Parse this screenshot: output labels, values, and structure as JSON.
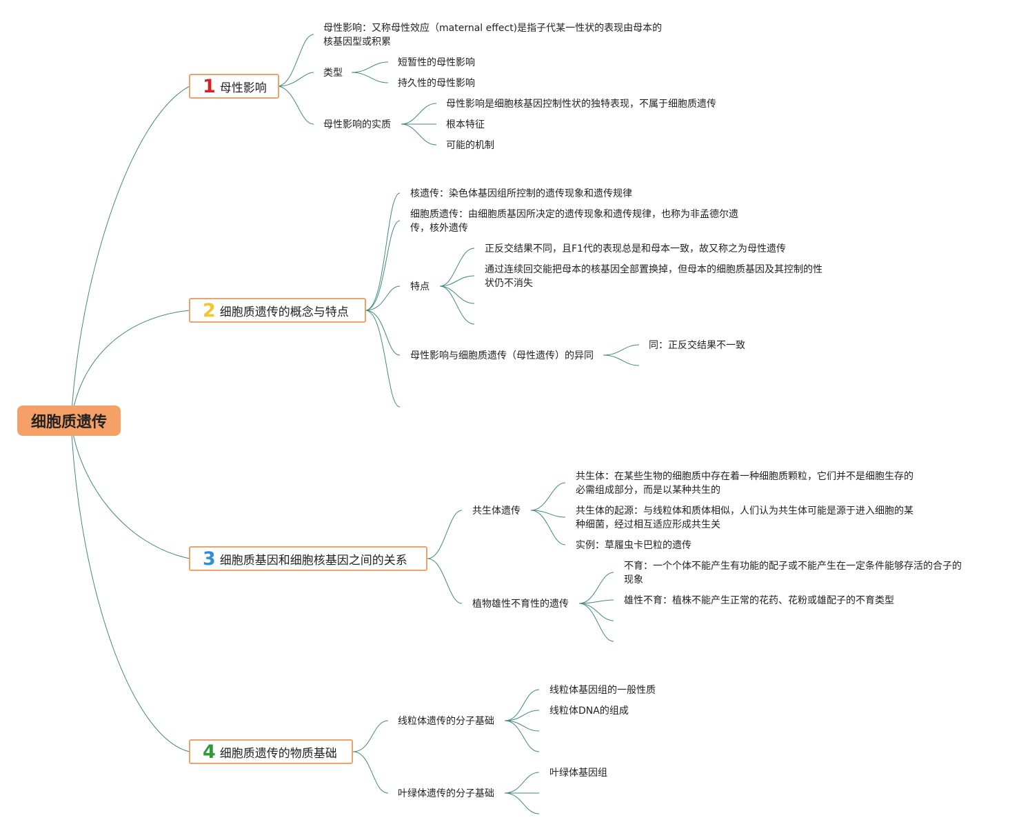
{
  "root": {
    "label": "细胞质遗传"
  },
  "colors": {
    "root_fill": "#f4a066",
    "branch_border": "#f0a06a",
    "connector": "#3e8a78",
    "num1": "#d8202a",
    "num2": "#f2c531",
    "num3": "#2f8fd8",
    "num4": "#2e9a3a"
  },
  "branch1": {
    "num": "1",
    "label": "母性影响",
    "definition": "母性影响：又称母性效应（maternal effect)是指子代某一性状的表现由母本的核基因型或积累",
    "types": {
      "label": "类型",
      "items": [
        "短暂性的母性影响",
        "持久性的母性影响"
      ]
    },
    "essence": {
      "label": "母性影响的实质",
      "items": [
        "母性影响是细胞核基因控制性状的独特表现，不属于细胞质遗传",
        "根本特征",
        "可能的机制"
      ]
    }
  },
  "branch2": {
    "num": "2",
    "label": "细胞质遗传的概念与特点",
    "nuclear": "核遗传：染色体基因组所控制的遗传现象和遗传规律",
    "cytoplasmic": "细胞质遗传：由细胞质基因所决定的遗传现象和遗传规律，也称为非孟德尔遗传，核外遗传",
    "features": {
      "label": "特点",
      "items": [
        "正反交结果不同，且F1代的表现总是和母本一致，故又称之为母性遗传",
        "通过连续回交能把母本的核基因全部置换掉，但母本的细胞质基因及其控制的性状仍不消失"
      ]
    },
    "compare": {
      "label": "母性影响与细胞质遗传（母性遗传）的异同",
      "items": [
        "同：正反交结果不一致"
      ]
    }
  },
  "branch3": {
    "num": "3",
    "label": "细胞质基因和细胞核基因之间的关系",
    "symbiont": {
      "label": "共生体遗传",
      "items": [
        "共生体：在某些生物的细胞质中存在着一种细胞质颗粒，它们并不是细胞生存的必需组成部分，而是以某种共生的",
        "共生体的起源：与线粒体和质体相似，人们认为共生体可能是源于进入细胞的某种细菌，经过相互适应形成共生关",
        "实例：草履虫卡巴粒的遗传"
      ]
    },
    "sterility": {
      "label": "植物雄性不育性的遗传",
      "items": [
        "不育：一个个体不能产生有功能的配子或不能产生在一定条件能够存活的合子的现象",
        "雄性不育：植株不能产生正常的花药、花粉或雄配子的不育类型"
      ]
    }
  },
  "branch4": {
    "num": "4",
    "label": "细胞质遗传的物质基础",
    "mito": {
      "label": "线粒体遗传的分子基础",
      "items": [
        "线粒体基因组的一般性质",
        "线粒体DNA的组成"
      ]
    },
    "chloro": {
      "label": "叶绿体遗传的分子基础",
      "items": [
        "叶绿体基因组"
      ]
    }
  }
}
